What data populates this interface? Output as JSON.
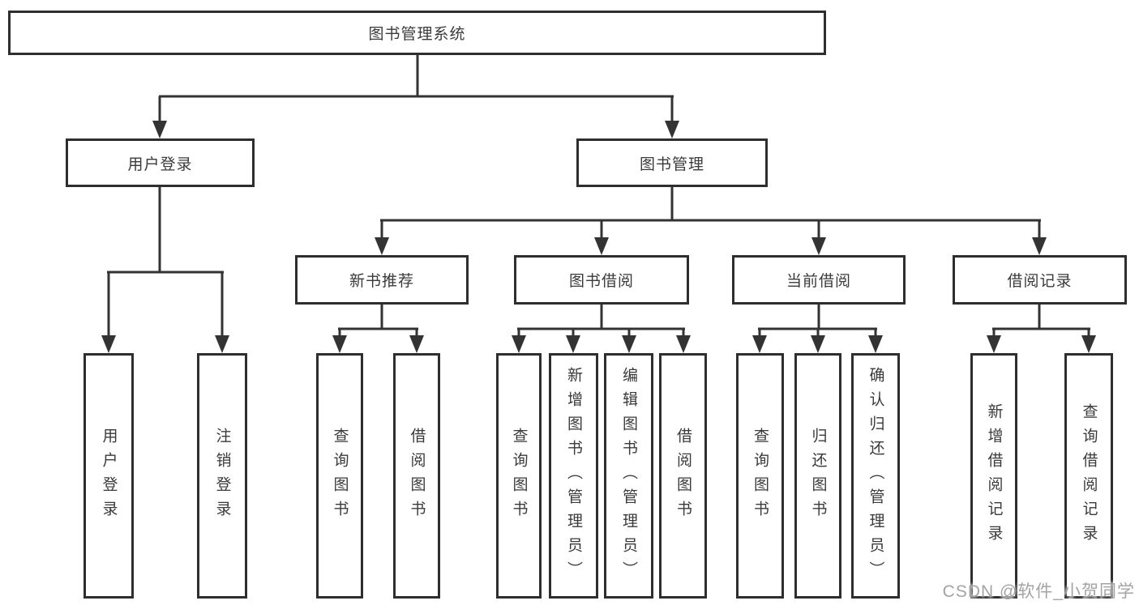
{
  "colors": {
    "line": "#333333",
    "box_border": "#2e2e2e",
    "text": "#3a3a3a",
    "background": "#ffffff",
    "watermark_text_color": "#9e9e9e"
  },
  "watermark": {
    "text": "CSDN @软件_小贺同学"
  },
  "tree": {
    "root": {
      "label": "图书管理系统",
      "children": [
        {
          "label": "用户登录",
          "children": [
            {
              "label": "用户登录"
            },
            {
              "label": "注销登录"
            }
          ]
        },
        {
          "label": "图书管理",
          "children": [
            {
              "label": "新书推荐",
              "children": [
                {
                  "label": "查询图书"
                },
                {
                  "label": "借阅图书"
                }
              ]
            },
            {
              "label": "图书借阅",
              "children": [
                {
                  "label": "查询图书"
                },
                {
                  "label": "新增图书（管理员）"
                },
                {
                  "label": "编辑图书（管理员）"
                },
                {
                  "label": "借阅图书"
                }
              ]
            },
            {
              "label": "当前借阅",
              "children": [
                {
                  "label": "查询图书"
                },
                {
                  "label": "归还图书"
                },
                {
                  "label": "确认归还（管理员）"
                }
              ]
            },
            {
              "label": "借阅记录",
              "children": [
                {
                  "label": "新增借阅记录"
                },
                {
                  "label": "查询借阅记录"
                }
              ]
            }
          ]
        }
      ]
    }
  }
}
